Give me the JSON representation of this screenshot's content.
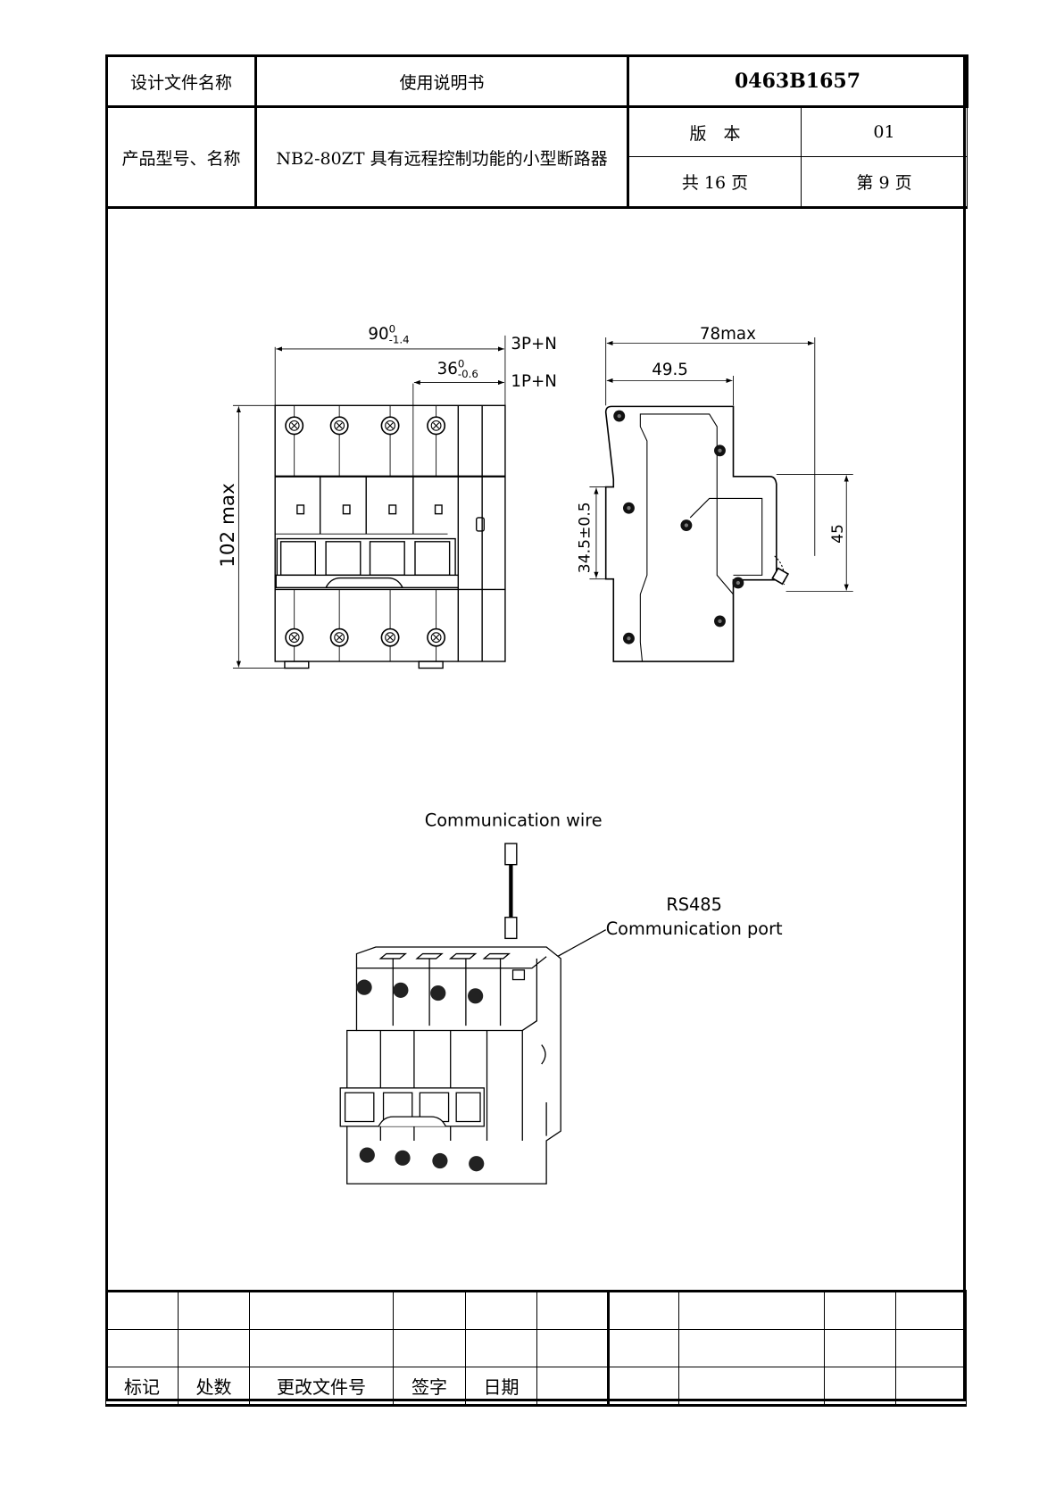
{
  "header": {
    "doc_name_label": "设计文件名称",
    "doc_name_value": "使用说明书",
    "doc_code": "0463B1657",
    "product_label": "产品型号、名称",
    "product_value": "NB2-80ZT 具有远程控制功能的小型断路器",
    "version_label": "版　本",
    "version_value": "01",
    "total_pages": "共 16 页",
    "current_page": "第 9 页"
  },
  "drawing": {
    "dim_width_main": "90",
    "dim_width_main_sup": "0",
    "dim_width_main_sub": "-1.4",
    "dim_width_main_label": "3P+N",
    "dim_width_small": "36",
    "dim_width_small_sup": "0",
    "dim_width_small_sub": "-0.6",
    "dim_width_small_label": "1P+N",
    "dim_height": "102 max",
    "dim_depth": "78max",
    "dim_rail": "49.5",
    "dim_rail_height": "34.5±0.5",
    "dim_front": "45"
  },
  "illustration": {
    "wire_label": "Communication wire",
    "port_label_1": "RS485",
    "port_label_2": "Communication port"
  },
  "footer": {
    "labels": [
      "标记",
      "处数",
      "更改文件号",
      "签字",
      "日期"
    ]
  }
}
